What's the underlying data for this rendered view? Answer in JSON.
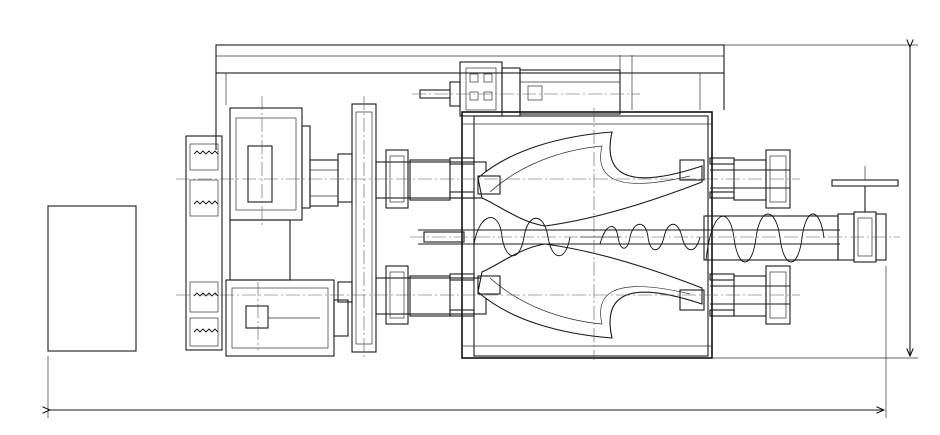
{
  "drawing": {
    "type": "technical-drawing",
    "subject": "twin-shaft-mixer-top-view",
    "text_labels": []
  },
  "colors": {
    "line": "#1a1a1a",
    "background": "#ffffff"
  },
  "components": [
    "control-cabinet",
    "frame",
    "motor-upper",
    "motor-lower",
    "coupling-disc",
    "gear-unit",
    "mixing-tank",
    "mixing-blade-upper",
    "mixing-blade-lower",
    "screw-conveyor",
    "discharge-valve",
    "dimension-width",
    "dimension-height"
  ]
}
